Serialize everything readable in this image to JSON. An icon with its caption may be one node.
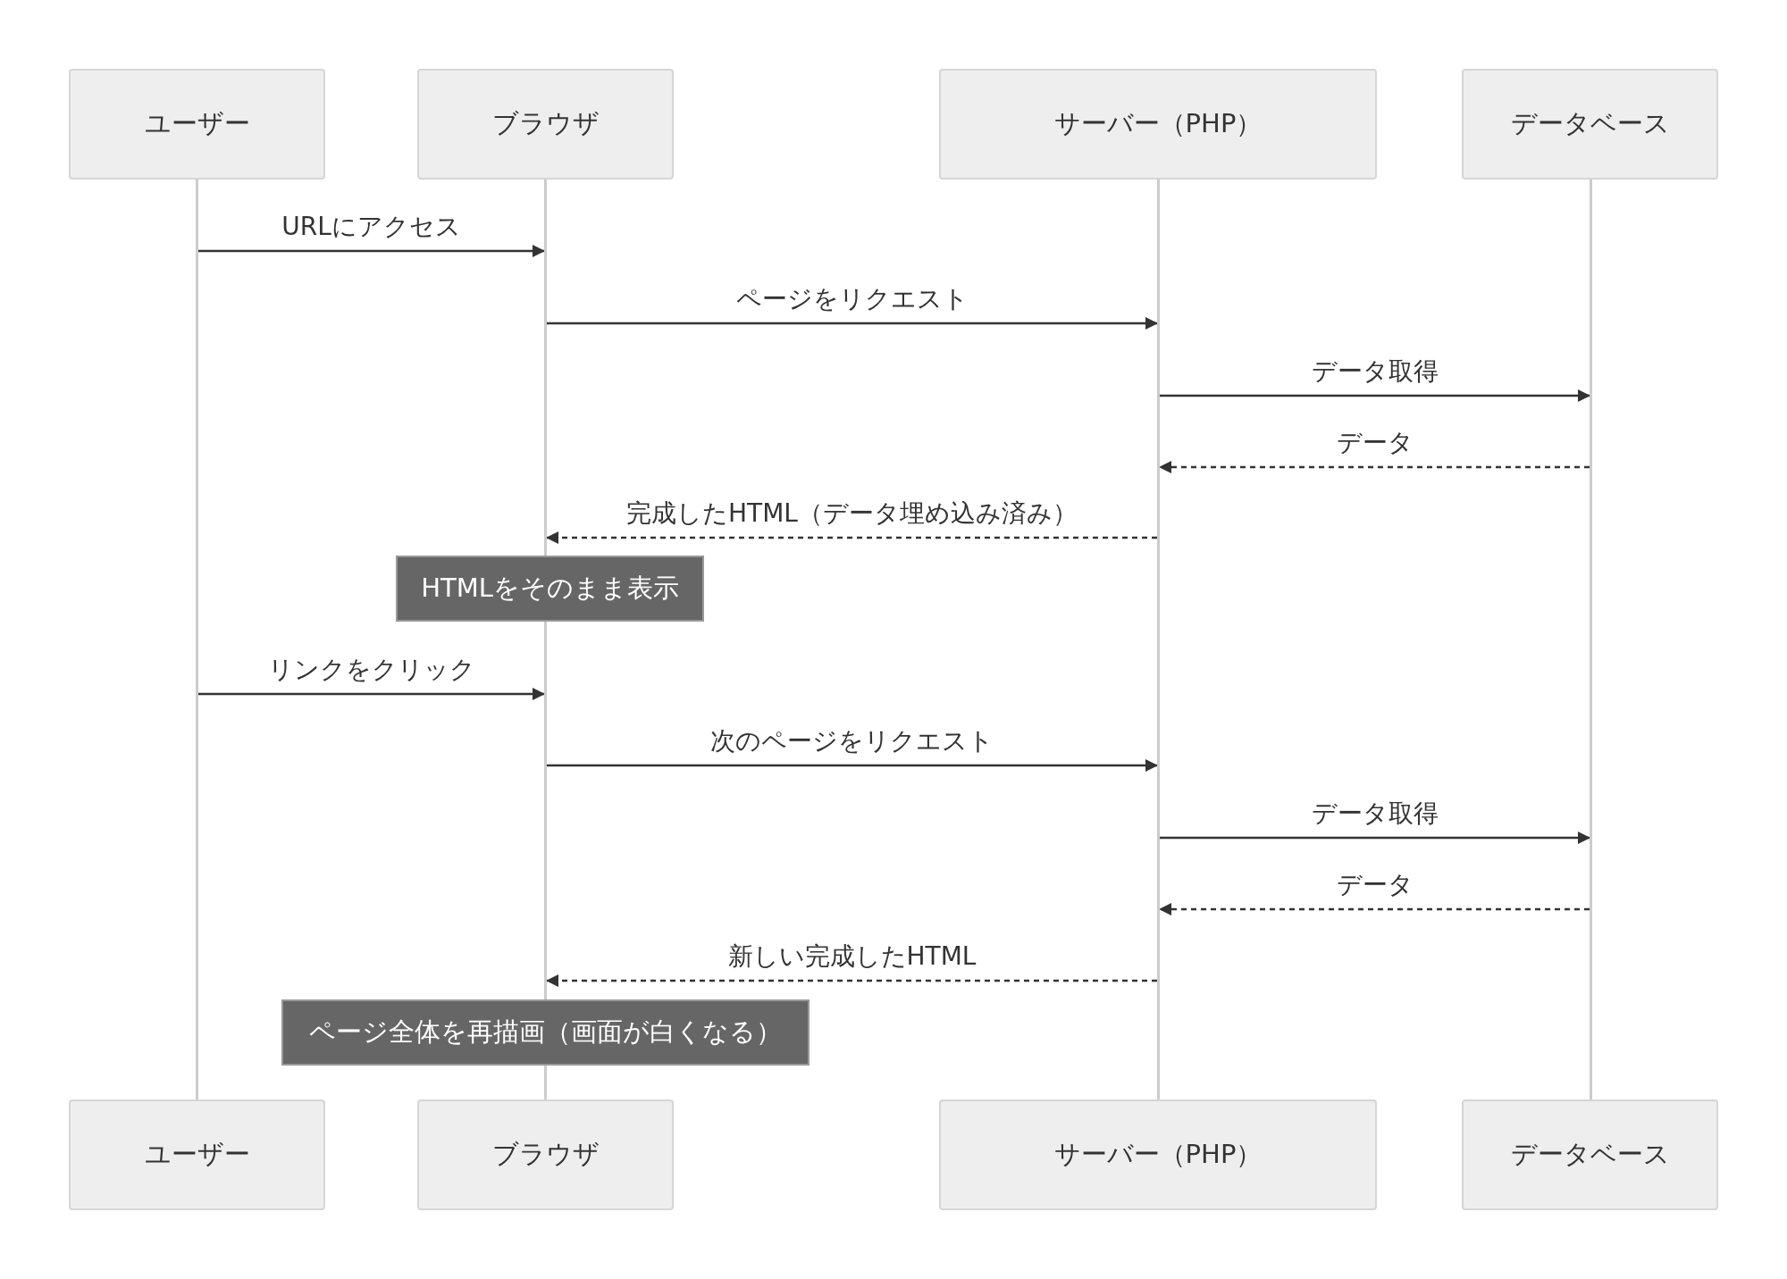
{
  "diagram": {
    "nodes": [
      {
        "text": [
          "ユーザー"
        ]
      },
      {
        "text": [
          "ブラウザ"
        ]
      },
      {
        "text": [
          "サーバー（PHP）"
        ]
      },
      {
        "text": [
          "データベース"
        ]
      },
      {
        "text": [],
        "shape": "line"
      },
      {
        "text": [],
        "shape": "line"
      },
      {
        "text": [],
        "shape": "line"
      },
      {
        "text": [],
        "shape": "line"
      },
      {
        "text": [
          "HTMLをそのまま表示"
        ]
      },
      {
        "text": [
          "ページ全体を再描画（画面が白くなる）"
        ]
      },
      {
        "text": [
          "ユーザー"
        ]
      },
      {
        "text": [
          "ブラウザ"
        ]
      },
      {
        "text": [
          "サーバー（PHP）"
        ]
      },
      {
        "text": [
          "データベース"
        ]
      }
    ],
    "edges": [
      {
        "from": 4,
        "to": 5,
        "arrow": "to",
        "label": "URLにアクセス"
      },
      {
        "from": 5,
        "to": 6,
        "arrow": "to",
        "label": "ページをリクエスト"
      },
      {
        "from": 6,
        "to": 7,
        "arrow": "to",
        "label": "データ取得"
      },
      {
        "from": 7,
        "to": 6,
        "arrow": "to",
        "label": "データ",
        "style": "dashed"
      },
      {
        "from": 6,
        "to": 5,
        "arrow": "to",
        "label": "完成したHTML（データ埋め込み済み）",
        "style": "dashed"
      },
      {
        "from": 4,
        "to": 5,
        "arrow": "to",
        "label": "リンクをクリック"
      },
      {
        "from": 5,
        "to": 6,
        "arrow": "to",
        "label": "次のページをリクエスト"
      },
      {
        "from": 6,
        "to": 7,
        "arrow": "to",
        "label": "データ取得"
      },
      {
        "from": 7,
        "to": 6,
        "arrow": "to",
        "label": "データ",
        "style": "dashed"
      },
      {
        "from": 6,
        "to": 5,
        "arrow": "to",
        "label": "新しい完成したHTML",
        "style": "dashed"
      }
    ]
  }
}
